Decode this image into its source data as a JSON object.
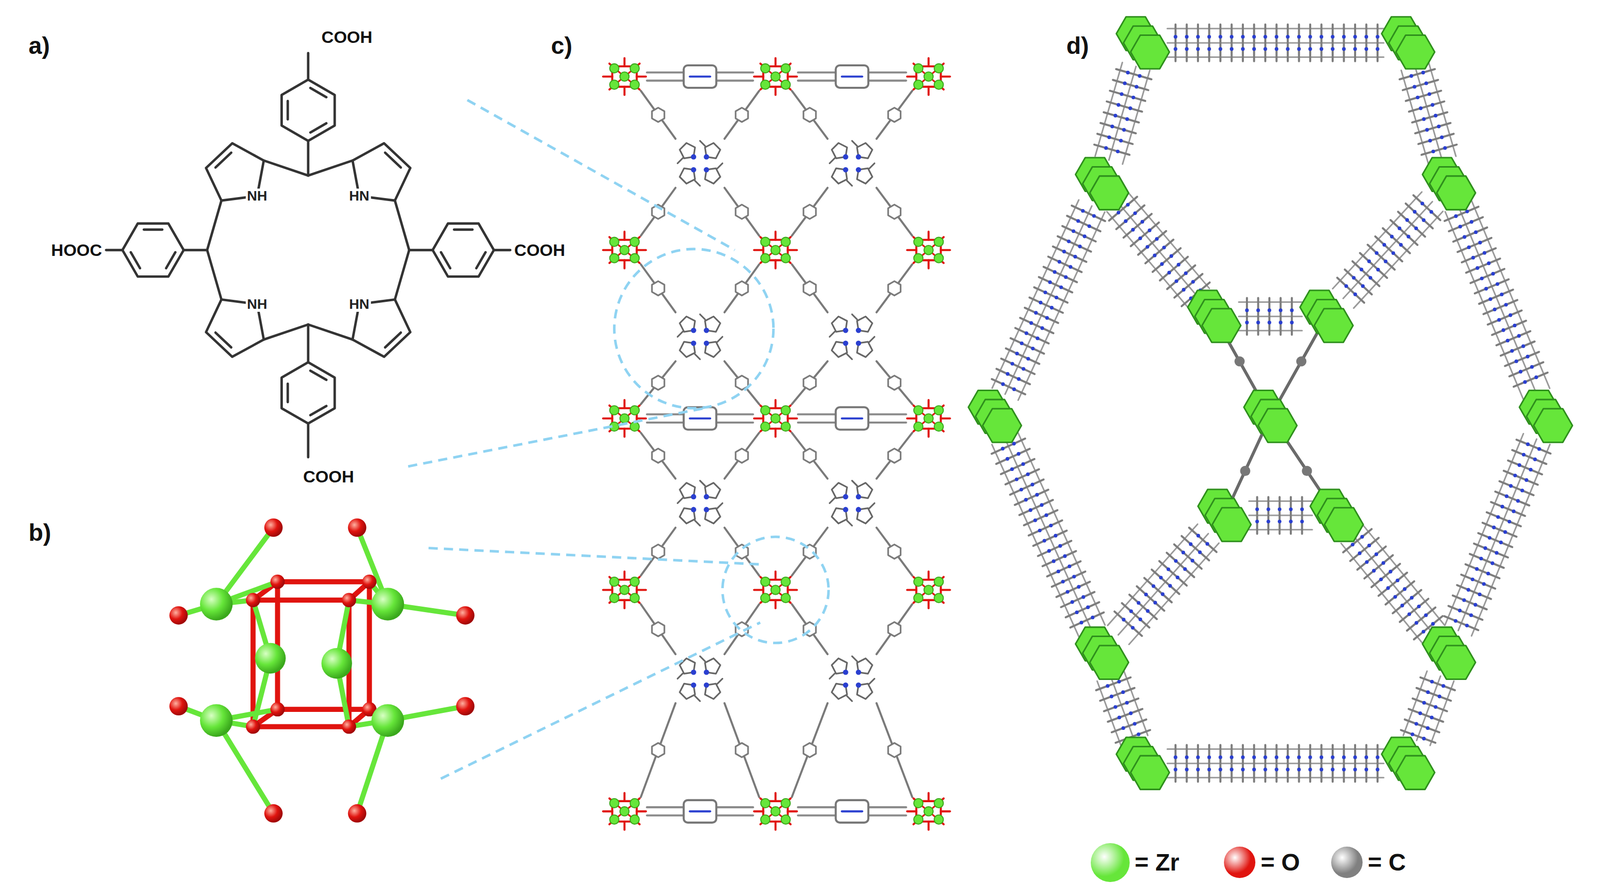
{
  "diagram": {
    "labels": [
      "a)",
      "COOH",
      "HOOC",
      "COOH",
      "NH",
      "HN",
      "NH",
      "HN",
      "COOH",
      "b)",
      "c)",
      "d)"
    ],
    "legend": [
      {
        "text": "= Zr",
        "color": "#66e63a"
      },
      {
        "text": "= O",
        "color": "#e0140f"
      },
      {
        "text": "= C",
        "color": "#808080"
      }
    ]
  }
}
